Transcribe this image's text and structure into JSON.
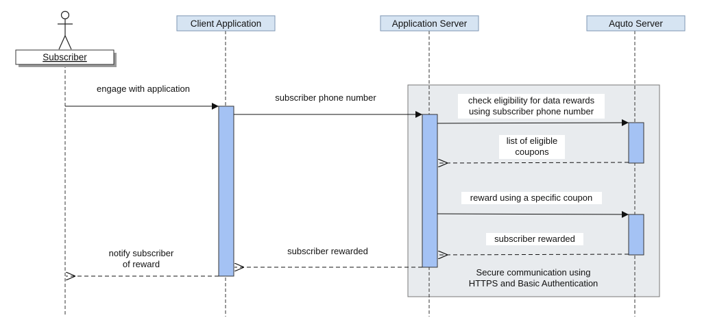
{
  "colors": {
    "header_fill": "#d6e4f2",
    "header_stroke": "#7d96b3",
    "activation_fill": "#a4c2f4",
    "region_fill": "#e8ebee",
    "region_stroke": "#777777",
    "line": "#222222"
  },
  "actor": {
    "icon": "stick-figure-icon",
    "label": "Subscriber"
  },
  "participants": {
    "client": "Client Application",
    "app_server": "Application Server",
    "aquto": "Aquto Server"
  },
  "messages": {
    "engage": "engage with application",
    "phone": "subscriber phone number",
    "check_line1": "check eligibility for data rewards",
    "check_line2": "using subscriber phone number",
    "coupons_line1": "list of eligible",
    "coupons_line2": "coupons",
    "reward_coupon": "reward using a specific coupon",
    "rewarded_aquto": "subscriber rewarded",
    "rewarded_client": "subscriber rewarded",
    "notify_line1": "notify subscriber",
    "notify_line2": "of reward"
  },
  "note": {
    "line1": "Secure communication using",
    "line2": "HTTPS and Basic Authentication"
  }
}
